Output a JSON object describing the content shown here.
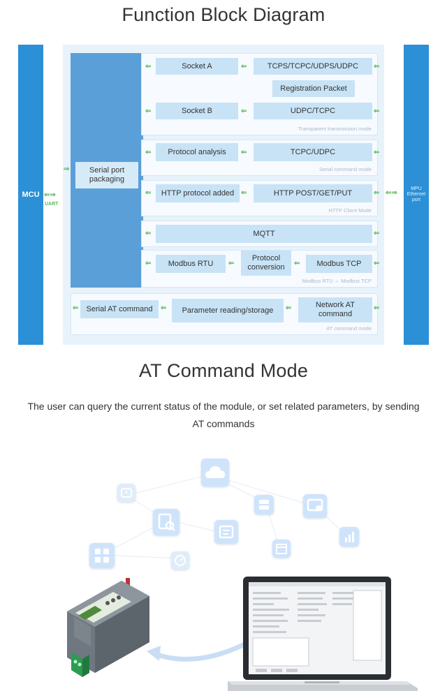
{
  "diagram": {
    "title": "Function Block Diagram",
    "mcu_label": "MCU",
    "eth_label": "MPU Ethernet port",
    "uart_label": "UART",
    "serial_packaging": "Serial port packaging",
    "socket_a": "Socket A",
    "socket_a_protocols": "TCPS/TCPC/UDPS/UDPC",
    "registration_packet": "Registration Packet",
    "socket_b": "Socket B",
    "socket_b_protocols": "UDPC/TCPC",
    "transparent_mode": "Transparent transmission mode",
    "protocol_analysis": "Protocol analysis",
    "protocol_analysis_target": "TCPC/UDPC",
    "serial_command_mode": "Serial command mode",
    "http_added": "HTTP protocol added",
    "http_methods": "HTTP POST/GET/PUT",
    "http_client_mode": "HTTP Client Mode",
    "mqtt": "MQTT",
    "modbus_rtu": "Modbus RTU",
    "protocol_conversion": "Protocol conversion",
    "modbus_tcp": "Modbus TCP",
    "modbus_mode": "Modbus RTU ⇔ Modbus TCP",
    "serial_at_command": "Serial AT command",
    "param_rw": "Parameter reading/storage",
    "network_at_command": "Network AT command",
    "at_command_mode_label": "AT command mode",
    "colors": {
      "bar": "#2b90d6",
      "serial_column": "#5b9fd9",
      "block": "#c8e3f6",
      "arrow": "#5cb85c"
    }
  },
  "at_section": {
    "title": "AT Command Mode",
    "description_line1": "The user can query the current status of the module, or set related parameters, by sending",
    "description_line2": "AT commands"
  },
  "illustration": {
    "icons": [
      "cloud-icon",
      "gauge-icon",
      "server-icon",
      "monitor-icon",
      "search-doc-icon",
      "document-icon",
      "calendar-icon",
      "bar-chart-icon",
      "network-icon",
      "speedometer-icon"
    ],
    "device": "serial-to-ethernet-module",
    "laptop": "laptop"
  }
}
